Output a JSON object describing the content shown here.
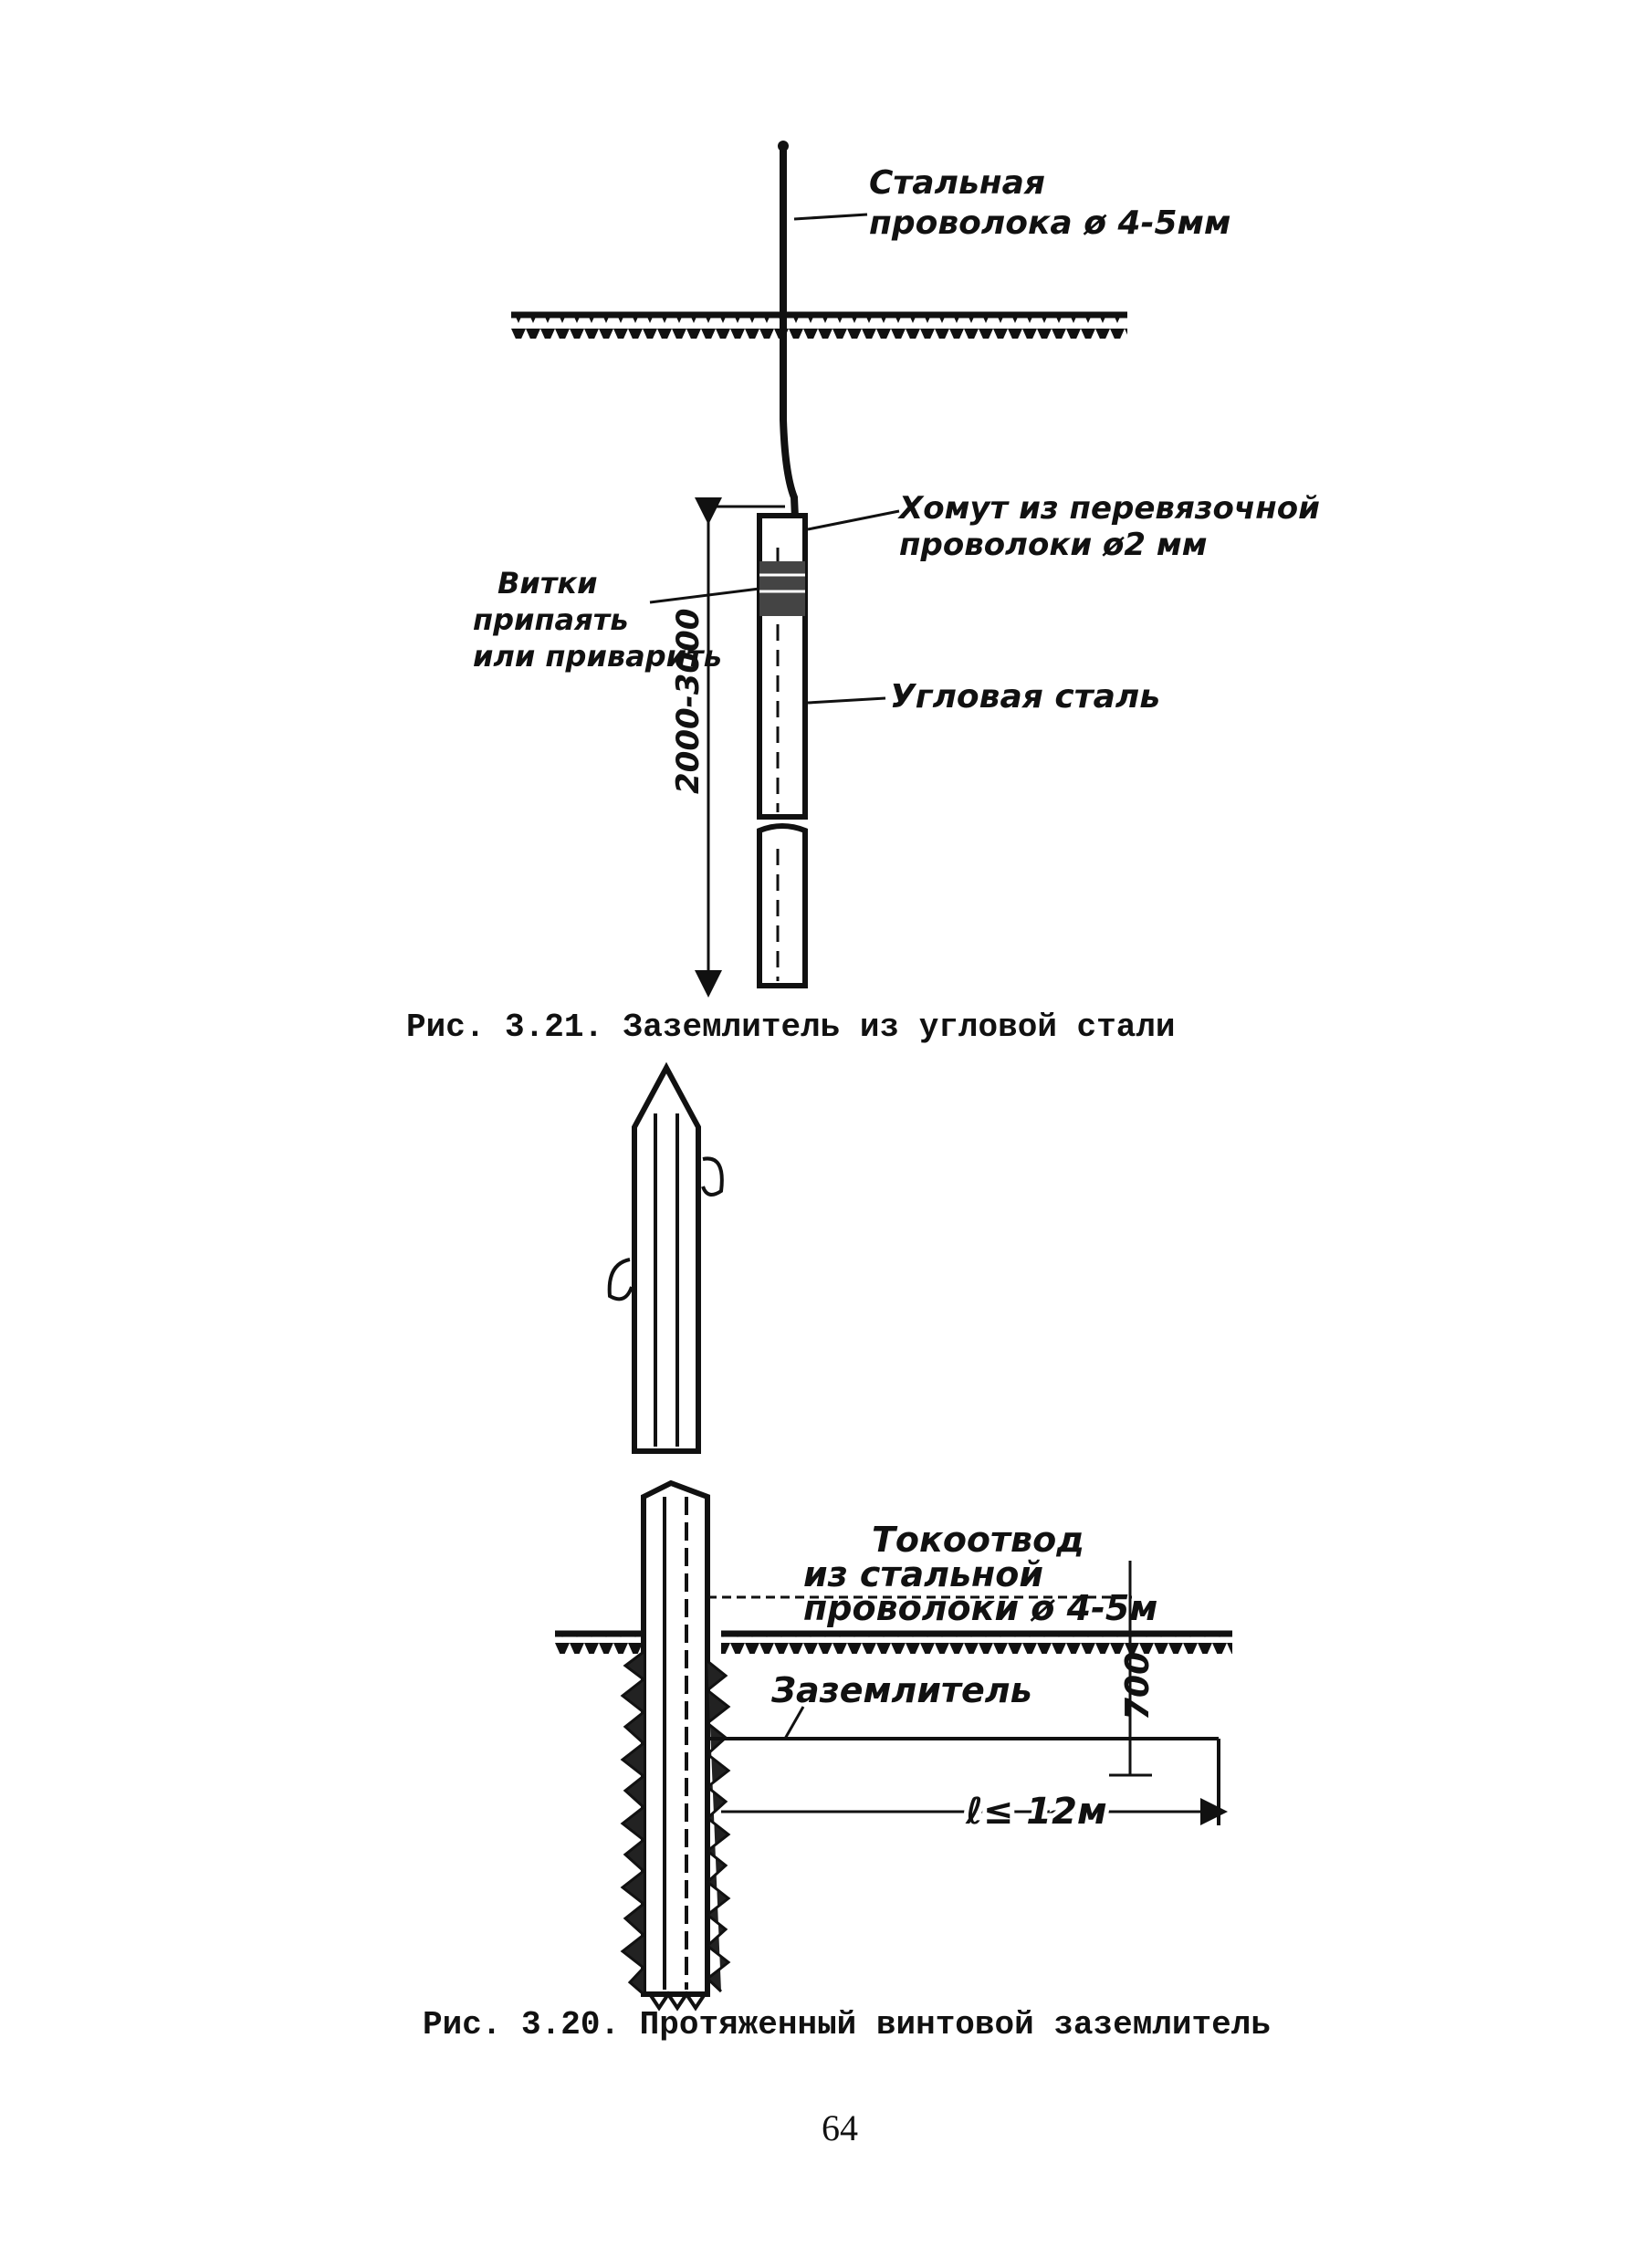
{
  "figure_upper": {
    "labels": {
      "wire_line1": "Стальная",
      "wire_line2": "проволока ø 4-5мм",
      "clamp_line1": "Хомут из перевязочной",
      "clamp_line2": "проволоки ø2 мм",
      "turns_line1": "Витки",
      "turns_line2": "припаять",
      "turns_line3": "или приварить",
      "angle_steel": "Угловая сталь",
      "length_dim": "2000-3000"
    },
    "caption": "Рис. 3.21. Заземлитель из угловой стали"
  },
  "figure_lower": {
    "labels": {
      "downconductor_line1": "Токоотвод",
      "downconductor_line2": "из стальной",
      "downconductor_line3": "проволоки ø 4-5м",
      "earth_electrode": "Заземлитель",
      "depth_dim": "700",
      "length_dim": "ℓ≤ 12м"
    },
    "caption": "Рис. 3.20. Протяженный винтовой заземлитель"
  },
  "page_number": "64"
}
